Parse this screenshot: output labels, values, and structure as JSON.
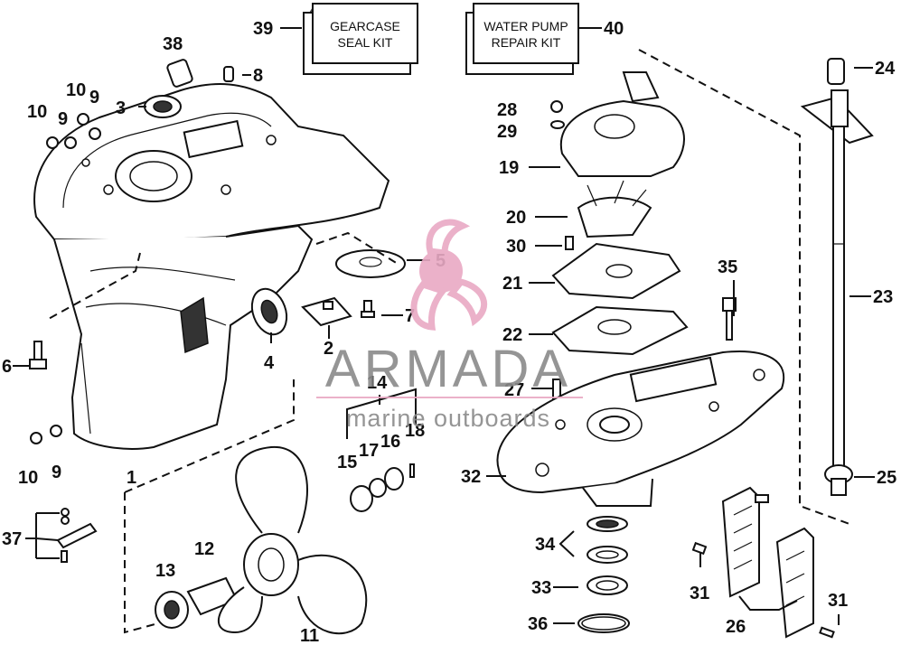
{
  "kits": {
    "gearcase": {
      "number": "39",
      "line1": "GEARCASE",
      "line2": "SEAL KIT"
    },
    "water_pump": {
      "number": "40",
      "line1": "WATER PUMP",
      "line2": "REPAIR KIT"
    }
  },
  "callouts": {
    "p1": "1",
    "p2": "2",
    "p3": "3",
    "p4": "4",
    "p5": "5",
    "p6": "6",
    "p7": "7",
    "p8": "8",
    "p9a": "9",
    "p9b": "9",
    "p9c": "9",
    "p10a": "10",
    "p10b": "10",
    "p10c": "10",
    "p11": "11",
    "p12": "12",
    "p13": "13",
    "p14": "14",
    "p15": "15",
    "p16": "16",
    "p17": "17",
    "p18": "18",
    "p19": "19",
    "p20": "20",
    "p21": "21",
    "p22": "22",
    "p23": "23",
    "p24": "24",
    "p25": "25",
    "p26": "26",
    "p27": "27",
    "p28": "28",
    "p29": "29",
    "p30": "30",
    "p31a": "31",
    "p31b": "31",
    "p32": "32",
    "p33": "33",
    "p34": "34",
    "p35": "35",
    "p36": "36",
    "p37": "37",
    "p38": "38"
  },
  "watermark": {
    "brand": "ARMADA",
    "tagline": "marine outboards",
    "logo_color": "#e9a9c4",
    "text_color": "#8a8a8a"
  }
}
